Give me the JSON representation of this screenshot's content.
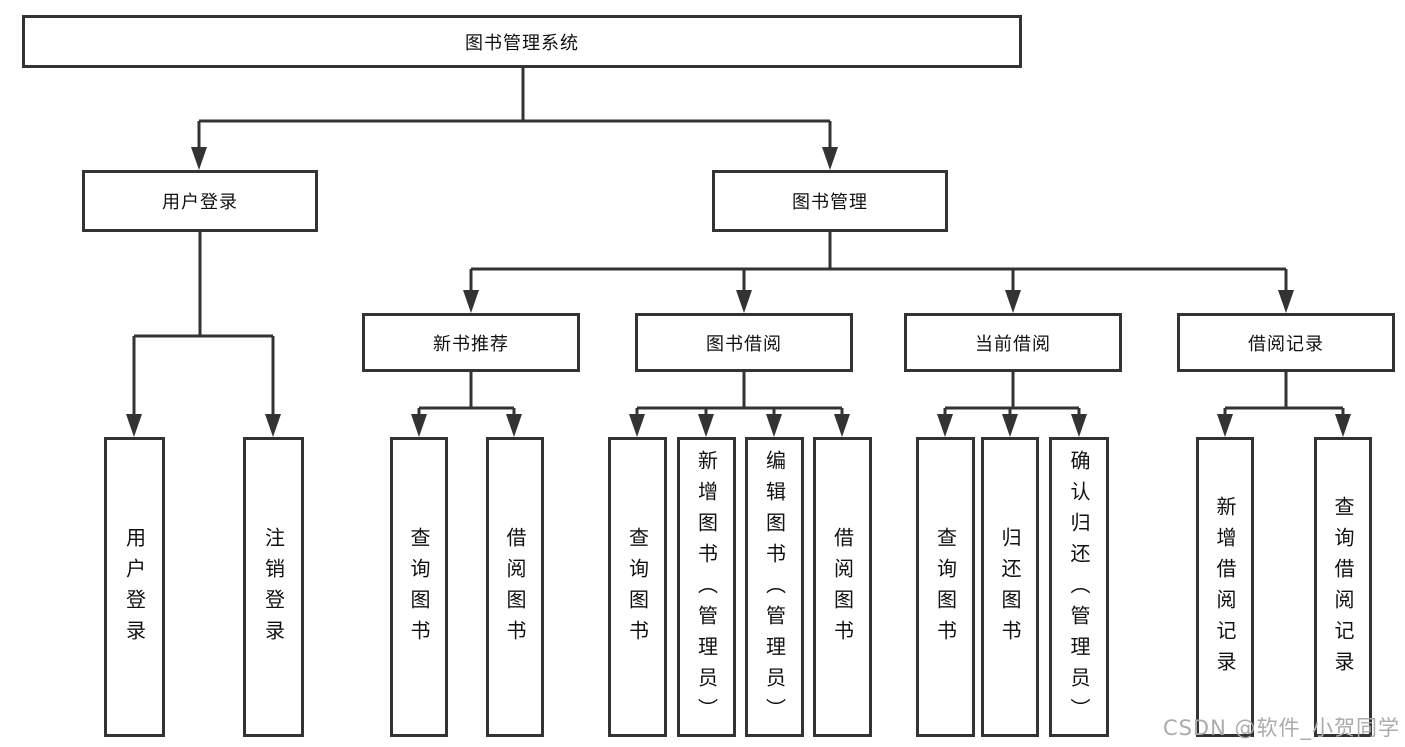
{
  "nodes": {
    "root": "图书管理系统",
    "login": {
      "label": "用户登录",
      "children": [
        "用户登录",
        "注销登录"
      ]
    },
    "manage": {
      "label": "图书管理",
      "sections": [
        {
          "label": "新书推荐",
          "children": [
            "查询图书",
            "借阅图书"
          ]
        },
        {
          "label": "图书借阅",
          "children": [
            "查询图书",
            "新增图书（管理员）",
            "编辑图书（管理员）",
            "借阅图书"
          ]
        },
        {
          "label": "当前借阅",
          "children": [
            "查询图书",
            "归还图书",
            "确认归还（管理员）"
          ]
        },
        {
          "label": "借阅记录",
          "children": [
            "新增借阅记录",
            "查询借阅记录"
          ]
        }
      ]
    }
  },
  "watermark": "CSDN @软件_小贺同学",
  "colors": {
    "line": "#333333",
    "box_border": "#333333",
    "text": "#111111",
    "watermark": "#ababab",
    "background": "#ffffff"
  }
}
